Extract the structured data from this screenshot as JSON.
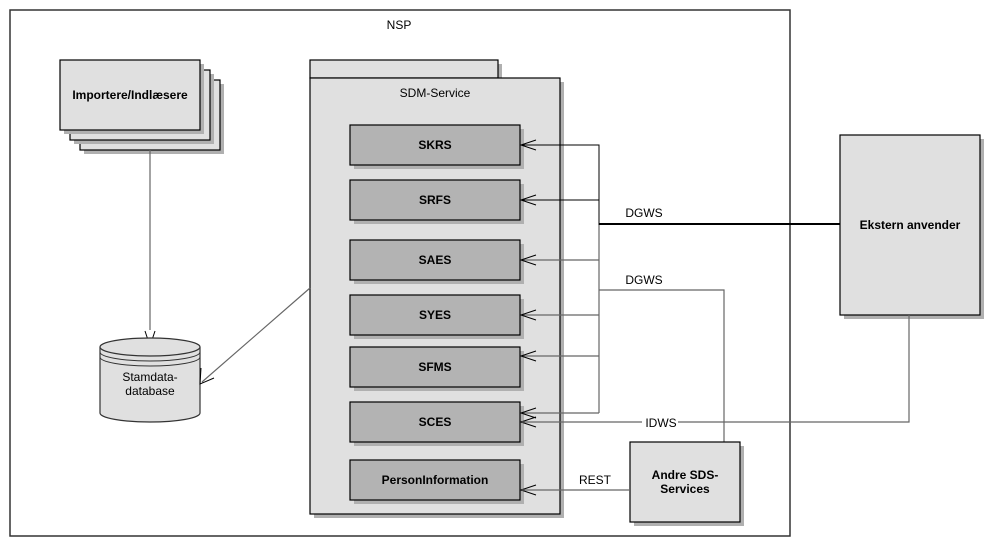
{
  "diagram": {
    "container_label": "NSP",
    "importer_label": "Importere/Indlæsere",
    "database_label_line1": "Stamdata-",
    "database_label_line2": "database",
    "service_label": "SDM-Service",
    "services": [
      "SKRS",
      "SRFS",
      "SAES",
      "SYES",
      "SFMS",
      "SCES",
      "PersonInformation"
    ],
    "external_user_label": "Ekstern anvender",
    "other_services_line1": "Andre SDS-",
    "other_services_line2": "Services",
    "edge_labels": {
      "dgws_external": "DGWS",
      "dgws_other": "DGWS",
      "idws": "IDWS",
      "rest": "REST"
    },
    "colors": {
      "box_fill": "#e0e0e0",
      "service_fill": "#b3b3b3",
      "shadow": "#b0b0b0",
      "line_gray": "#666666",
      "line_black": "#000000"
    }
  }
}
